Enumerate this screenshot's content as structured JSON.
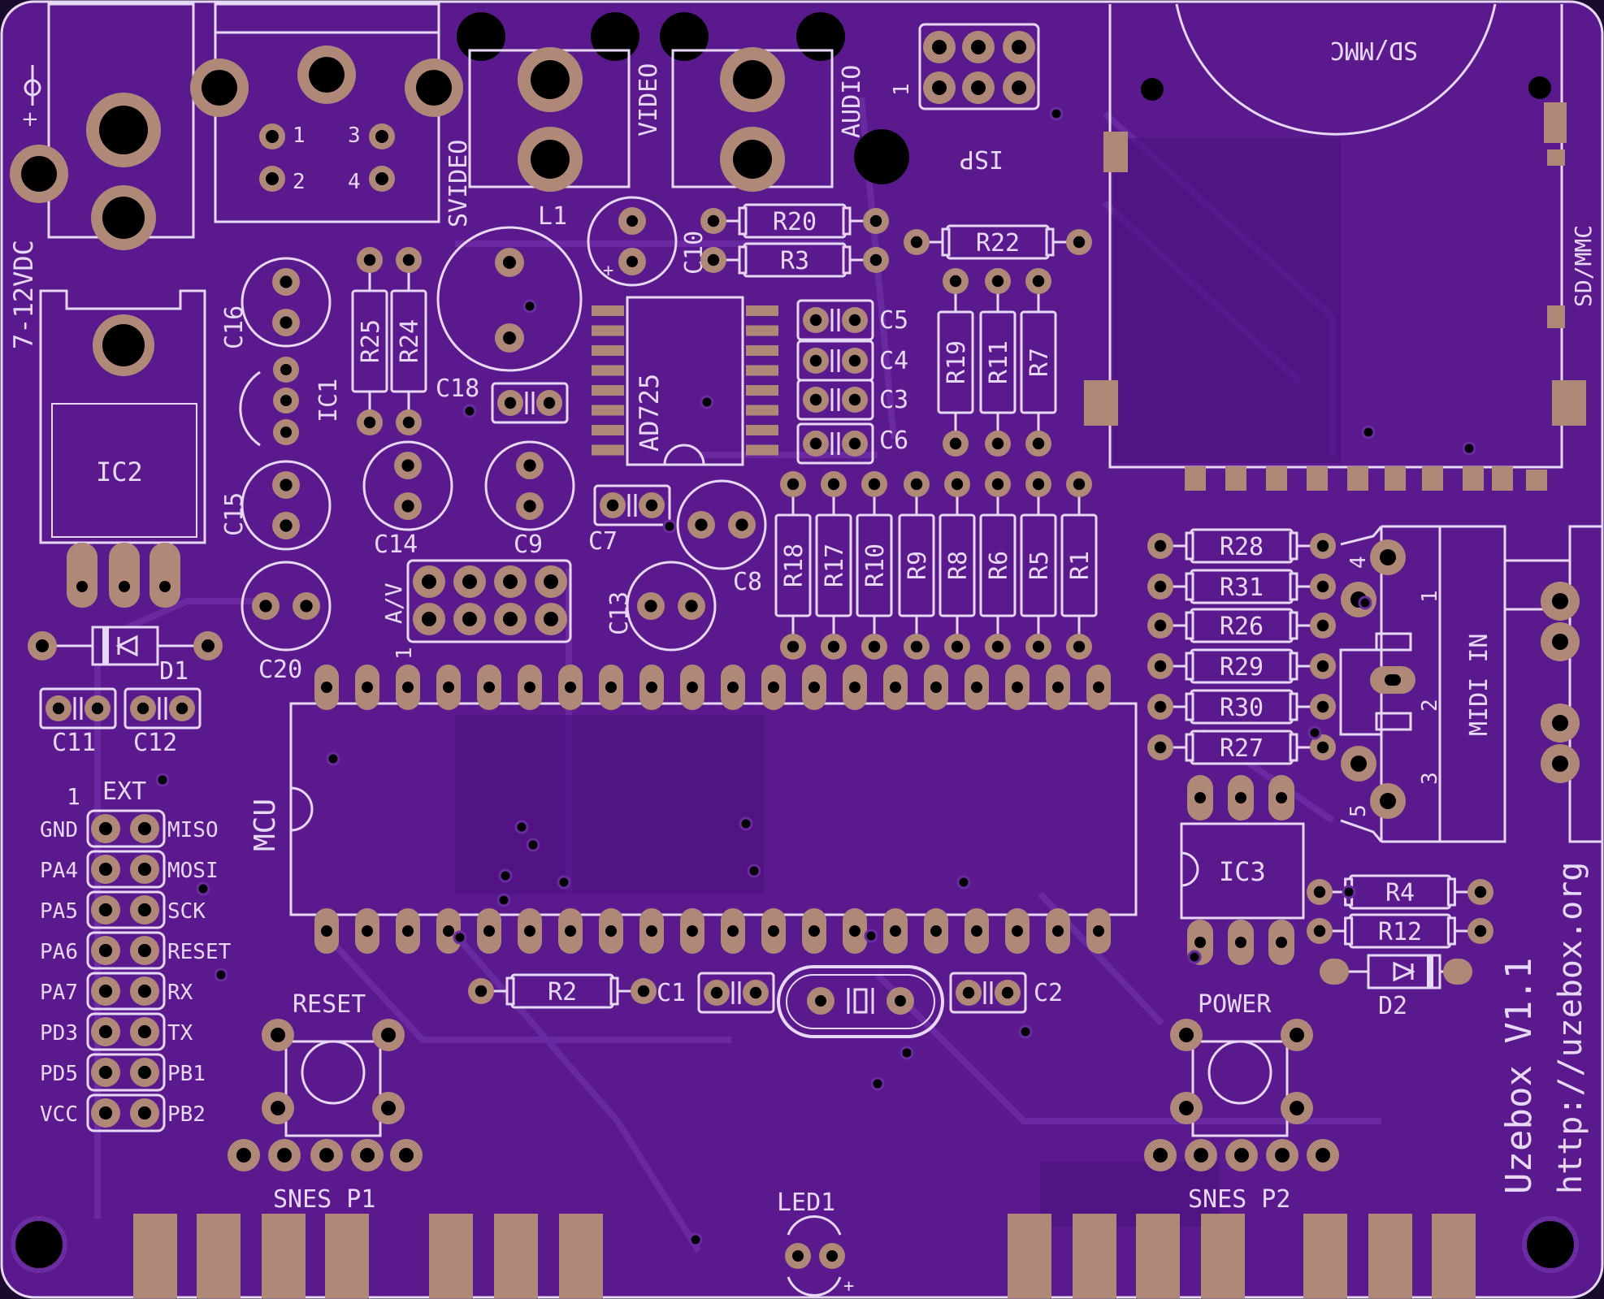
{
  "colors": {
    "board": "#5a1a8e",
    "board_dark": "#4a1078",
    "trace": "#6a2aa0",
    "silk": "#e8d8f8",
    "pad": "#b08878",
    "hole": "#000000"
  },
  "labels": {
    "power_in": "7-12VDC",
    "power_plus": "+",
    "svideo": "SVIDEO",
    "video": "VIDEO",
    "audio": "AUDIO",
    "isp": "ISP",
    "isp_pin1": "1",
    "sdmmc_top": "SD/MMC",
    "sdmmc_side": "SD/MMC",
    "l1": "L1",
    "c10": "C10",
    "r20": "R20",
    "r3": "R3",
    "r22": "R22",
    "c16": "C16",
    "ic1": "IC1",
    "r25": "R25",
    "r24": "R24",
    "c18": "C18",
    "ad725": "AD725",
    "c5": "C5",
    "c4": "C4",
    "c3": "C3",
    "c6": "C6",
    "r19": "R19",
    "r11": "R11",
    "r7": "R7",
    "ic2": "IC2",
    "c15": "C15",
    "c14": "C14",
    "c9": "C9",
    "c7": "C7",
    "c8": "C8",
    "c13": "C13",
    "c20": "C20",
    "av": "A/V",
    "av_pin1": "1",
    "r18": "R18",
    "r17": "R17",
    "r10": "R10",
    "r9": "R9",
    "r8": "R8",
    "r6": "R6",
    "r5": "R5",
    "r1": "R1",
    "r28": "R28",
    "r31": "R31",
    "r26": "R26",
    "r29": "R29",
    "r30": "R30",
    "r27": "R27",
    "midi_in": "MIDI IN",
    "midi_p1": "1",
    "midi_p2": "2",
    "midi_p3": "3",
    "midi_p4": "4",
    "midi_p5": "5",
    "d1": "D1",
    "c11": "C11",
    "c12": "C12",
    "ext": "EXT",
    "ext_pin1": "1",
    "mcu": "MCU",
    "ic3": "IC3",
    "r4": "R4",
    "r12": "R12",
    "d2": "D2",
    "r2": "R2",
    "c1": "C1",
    "c2": "C2",
    "reset": "RESET",
    "power": "POWER",
    "snes_p1": "SNES P1",
    "snes_p2": "SNES P2",
    "led1": "LED1",
    "led_plus": "+",
    "uzebox": "Uzebox V1.1",
    "url": "http://uzebox.org"
  },
  "ext_header": {
    "left": [
      "GND",
      "PA4",
      "PA5",
      "PA6",
      "PA7",
      "PD3",
      "PD5",
      "VCC"
    ],
    "right": [
      "MISO",
      "MOSI",
      "SCK",
      "RESET",
      "RX",
      "TX",
      "PB1",
      "PB2"
    ]
  }
}
